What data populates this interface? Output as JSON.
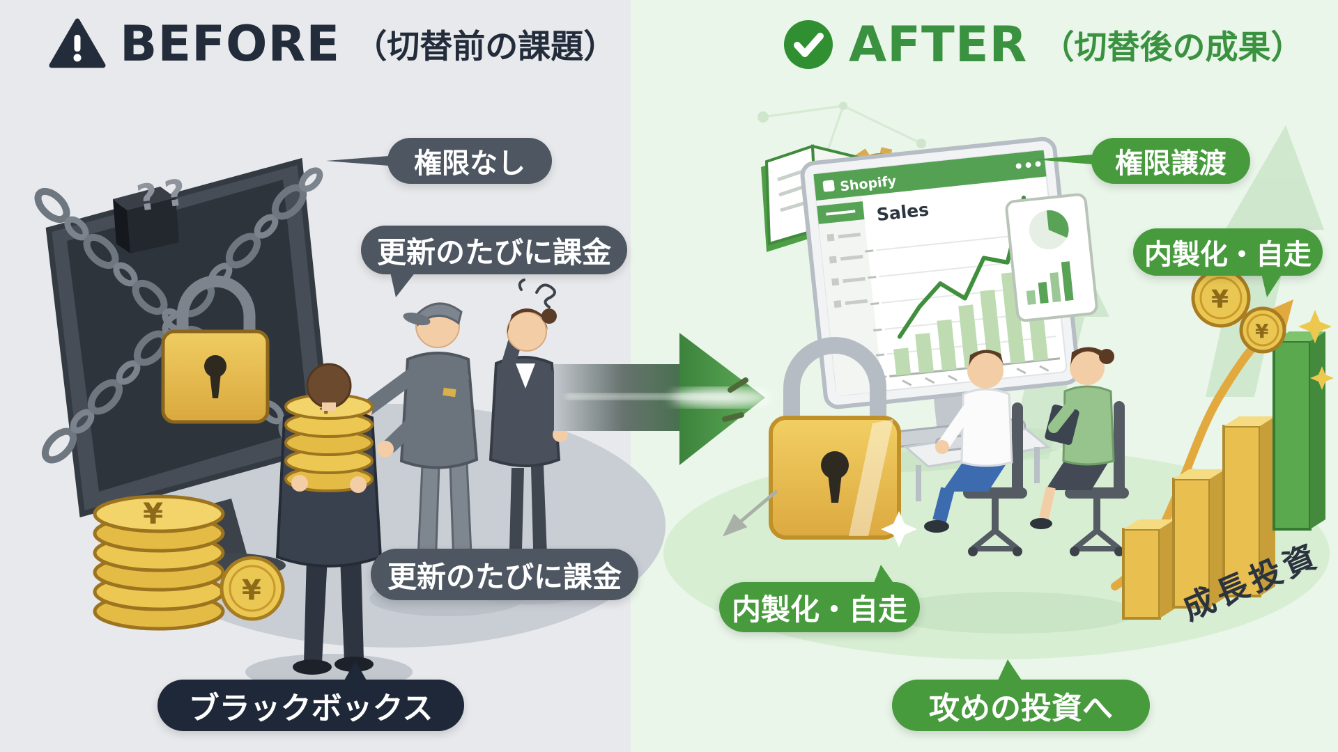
{
  "before": {
    "title": "BEFORE",
    "subtitle": "（切替前の課題）",
    "title_color": "#232c3a",
    "background": "#e8e9ec",
    "pill_color": "#4d5661",
    "black_pill_color": "#1f2838",
    "labels": {
      "no_permission": "権限なし",
      "billed_every_update_top": "更新のたびに課金",
      "billed_every_update_bottom": "更新のたびに課金",
      "black_box": "ブラックボックス"
    },
    "question_marks": "??"
  },
  "after": {
    "title": "AFTER",
    "subtitle": "（切替後の成果）",
    "title_color": "#3a9240",
    "background": "#e9f6e9",
    "pill_color": "#479b3d",
    "labels": {
      "authority_transfer": "権限譲渡",
      "in_house_self_run_right": "内製化・自走",
      "in_house_self_run_left": "内製化・自走",
      "offensive_investment": "攻めの投資へ",
      "growth_investment": "成長投資"
    },
    "monitor": {
      "brand": "Shopify",
      "chart_title": "Sales",
      "sales_chart": {
        "type": "bar+line",
        "bar_values": [
          38,
          56,
          72,
          90,
          108,
          130,
          158
        ],
        "line_values": [
          55,
          95,
          125,
          100,
          155,
          145,
          235
        ]
      }
    }
  },
  "yen": "¥",
  "colors": {
    "accent_green": "#479b3d",
    "slate_gray": "#4d5661",
    "dark_navy": "#1f2838",
    "gold": "#e9c050"
  }
}
